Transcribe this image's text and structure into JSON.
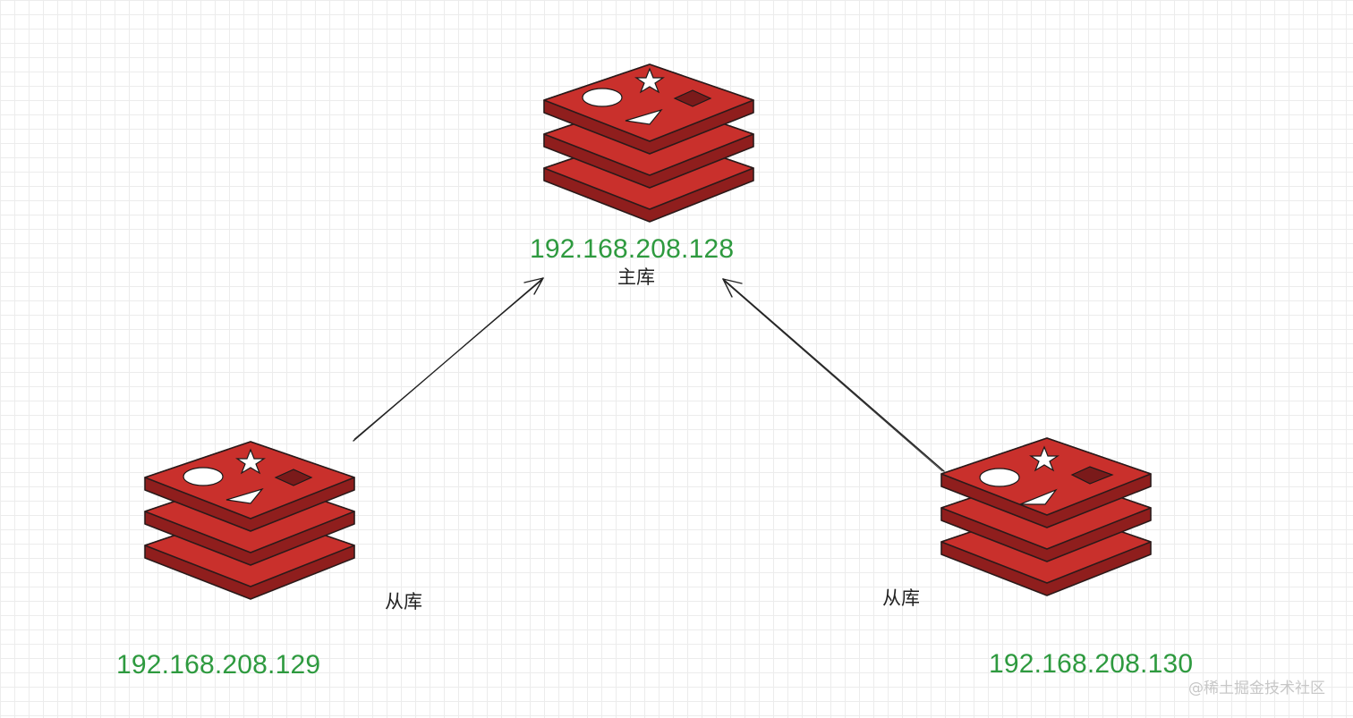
{
  "colors": {
    "ip_text": "#2e9a3f",
    "label_text": "#222222",
    "layer_top": "#c9302c",
    "layer_side": "#8f1e1d",
    "outline": "#2a1a1a",
    "arrow": "#222222",
    "grid": "#ececec",
    "watermark": "#c7c7c7"
  },
  "nodes": {
    "master": {
      "ip": "192.168.208.128",
      "role": "主库",
      "icon": "redis-database-icon"
    },
    "replica_left": {
      "ip": "192.168.208.129",
      "role": "从库",
      "icon": "redis-database-icon"
    },
    "replica_right": {
      "ip": "192.168.208.130",
      "role": "从库",
      "icon": "redis-database-icon"
    }
  },
  "watermark": "@稀土掘金技术社区"
}
